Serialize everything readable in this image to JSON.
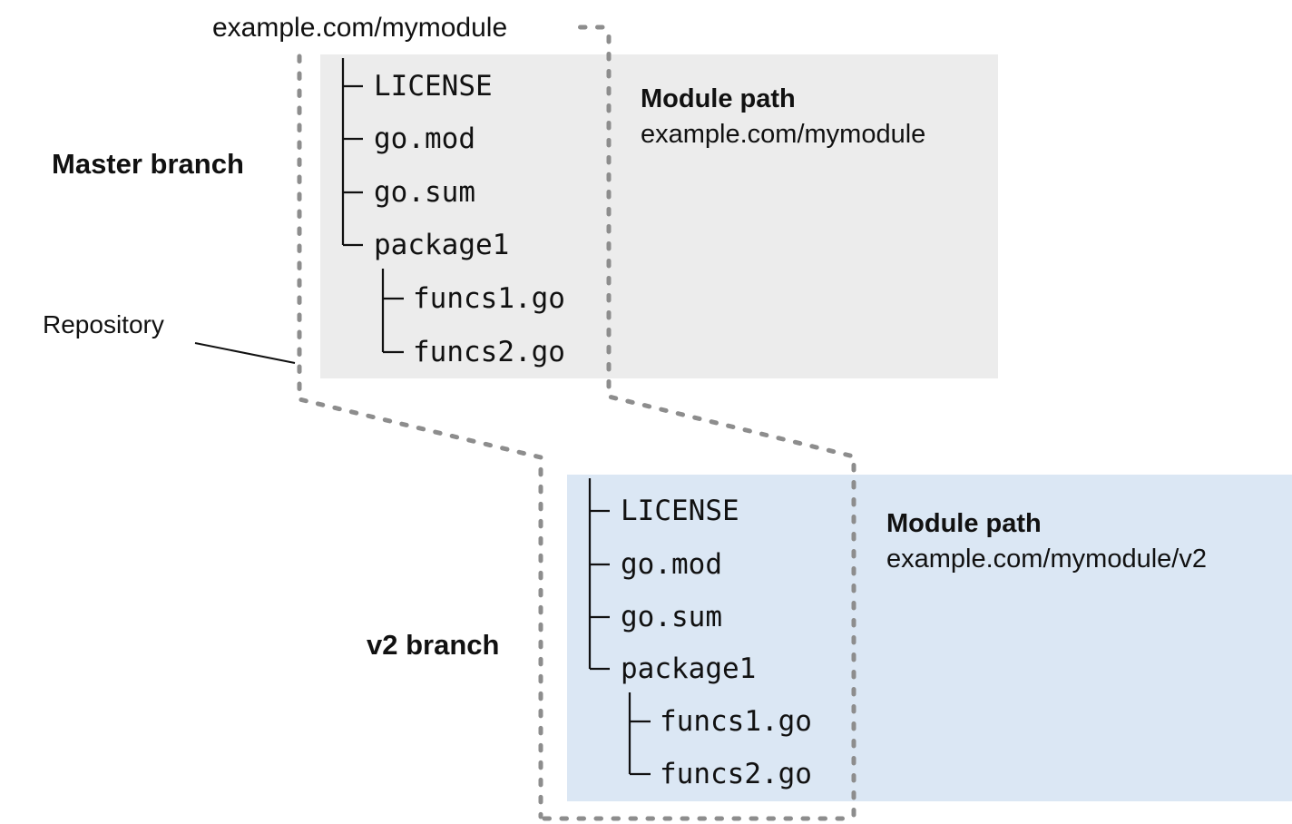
{
  "title": "example.com/mymodule",
  "labels": {
    "master_branch": "Master branch",
    "repository": "Repository",
    "v2_branch": "v2 branch"
  },
  "master_box": {
    "module_path_label": "Module path",
    "module_path_value": "example.com/mymodule",
    "files": [
      "LICENSE",
      "go.mod",
      "go.sum",
      "package1",
      "funcs1.go",
      "funcs2.go"
    ]
  },
  "v2_box": {
    "module_path_label": "Module path",
    "module_path_value": "example.com/mymodule/v2",
    "files": [
      "LICENSE",
      "go.mod",
      "go.sum",
      "package1",
      "funcs1.go",
      "funcs2.go"
    ]
  },
  "colors": {
    "master_box_bg": "#ececec",
    "v2_box_bg": "#dbe7f4",
    "dashed_border": "#8d8d8d",
    "line_color": "#111111",
    "text_color": "#111111"
  }
}
